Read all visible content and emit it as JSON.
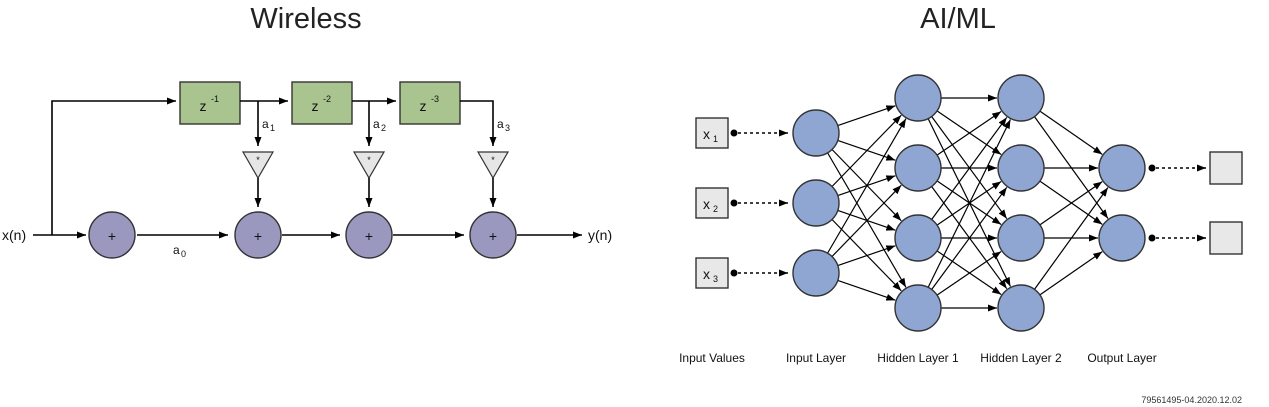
{
  "wireless": {
    "title": "Wireless",
    "input_label": "x(n)",
    "output_label": "y(n)",
    "a0_label": "a",
    "a0_sub": "0",
    "delays": [
      {
        "base": "z",
        "exp": "-1",
        "coef": "a",
        "coef_sub": "1"
      },
      {
        "base": "z",
        "exp": "-2",
        "coef": "a",
        "coef_sub": "2"
      },
      {
        "base": "z",
        "exp": "-3",
        "coef": "a",
        "coef_sub": "3"
      }
    ],
    "sum_symbol": "+",
    "mult_symbol": "*"
  },
  "aiml": {
    "title": "AI/ML",
    "inputs": [
      {
        "base": "x",
        "sub": "1"
      },
      {
        "base": "x",
        "sub": "2"
      },
      {
        "base": "x",
        "sub": "3"
      }
    ],
    "layer_labels": [
      "Input Values",
      "Input Layer",
      "Hidden Layer 1",
      "Hidden Layer 2",
      "Output Layer"
    ],
    "layer_sizes": [
      3,
      4,
      4,
      2
    ]
  },
  "footer_id": "79561495-04.2020.12.02"
}
